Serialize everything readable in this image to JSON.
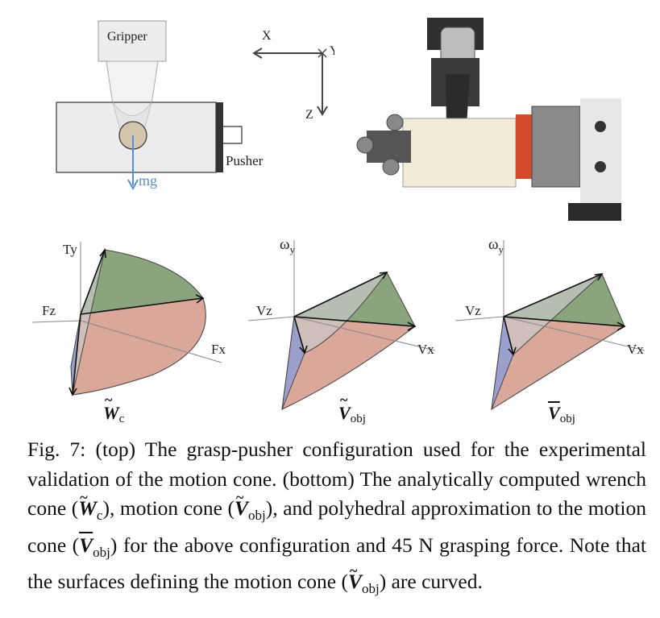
{
  "diagram": {
    "gripper_label": "Gripper",
    "pusher_label": "Pusher",
    "force_label": "mg",
    "axis_x": "X",
    "axis_y": "Y",
    "axis_z": "Z"
  },
  "cones": [
    {
      "axis_up": "Ty",
      "axis_left": "Fz",
      "axis_right": "Fx",
      "label_main": "W",
      "label_sub": "c"
    },
    {
      "axis_up": "ω",
      "axis_up_sub": "y",
      "axis_left": "Vz",
      "axis_right": "Vx",
      "label_main": "V",
      "label_sub": "obj"
    },
    {
      "axis_up": "ω",
      "axis_up_sub": "y",
      "axis_left": "Vz",
      "axis_right": "Vx",
      "label_main": "V",
      "label_sub": "obj"
    }
  ],
  "caption": {
    "fig": "Fig. 7:",
    "part1": "(top) The grasp-pusher configuration used for the experimental validation of the motion cone. (bottom) The analytically computed wrench cone (",
    "w_main": "W",
    "w_sub": "c",
    "part2": "), motion cone (",
    "v_main": "V",
    "v_sub": "obj",
    "part3": "), and polyhedral approximation to the motion cone (",
    "vb_main": "V",
    "vb_sub": "obj",
    "part4": ") for the above configuration and 45 N grasping force. Note that the surfaces defining the motion cone (",
    "v2_main": "V",
    "v2_sub": "obj",
    "part5": ") are curved."
  },
  "colors": {
    "green_face": "#8aa57e",
    "red_face": "#d9a89a",
    "blue_face": "#9b9fcc",
    "gray_face": "#c9c9c9",
    "mg_arrow": "#5b8fd1"
  }
}
